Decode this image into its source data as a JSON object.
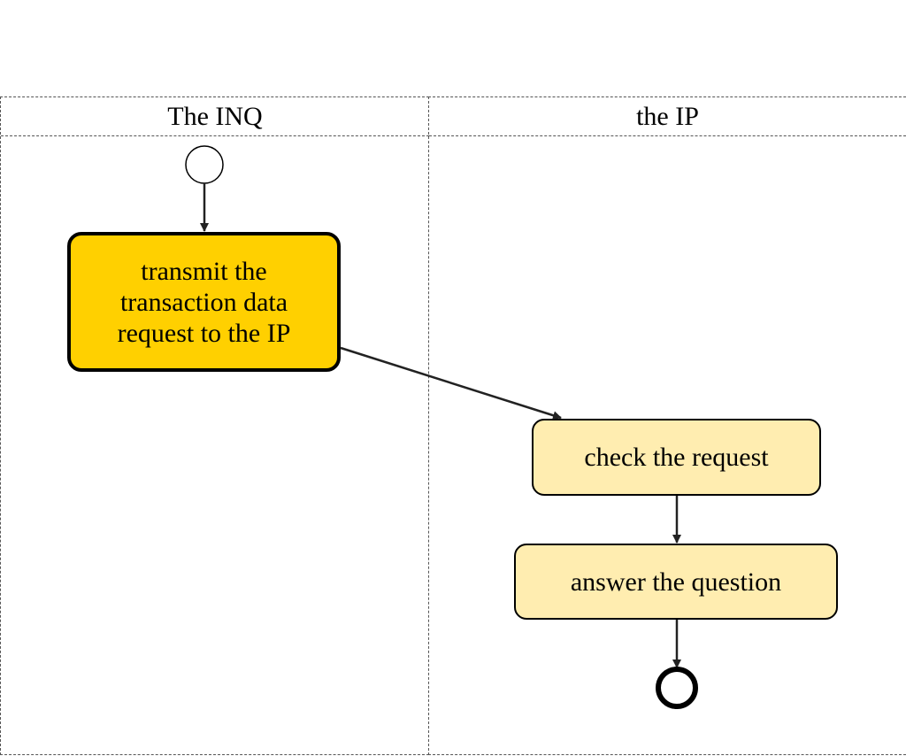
{
  "diagram": {
    "lanes": [
      {
        "title": "The INQ"
      },
      {
        "title": "the IP"
      }
    ],
    "tasks": {
      "transmit": {
        "label": "transmit the transaction data request to the IP",
        "status": "active"
      },
      "check": {
        "label": "check the request",
        "status": "pending"
      },
      "answer": {
        "label": "answer the question",
        "status": "pending"
      }
    },
    "colors": {
      "active_fill": "#FFD000",
      "pending_fill": "#FFEDB0",
      "stroke": "#000000",
      "edge": "#222222",
      "lane_border": "#555555"
    },
    "events": {
      "start": "start-event",
      "end": "end-event"
    }
  }
}
